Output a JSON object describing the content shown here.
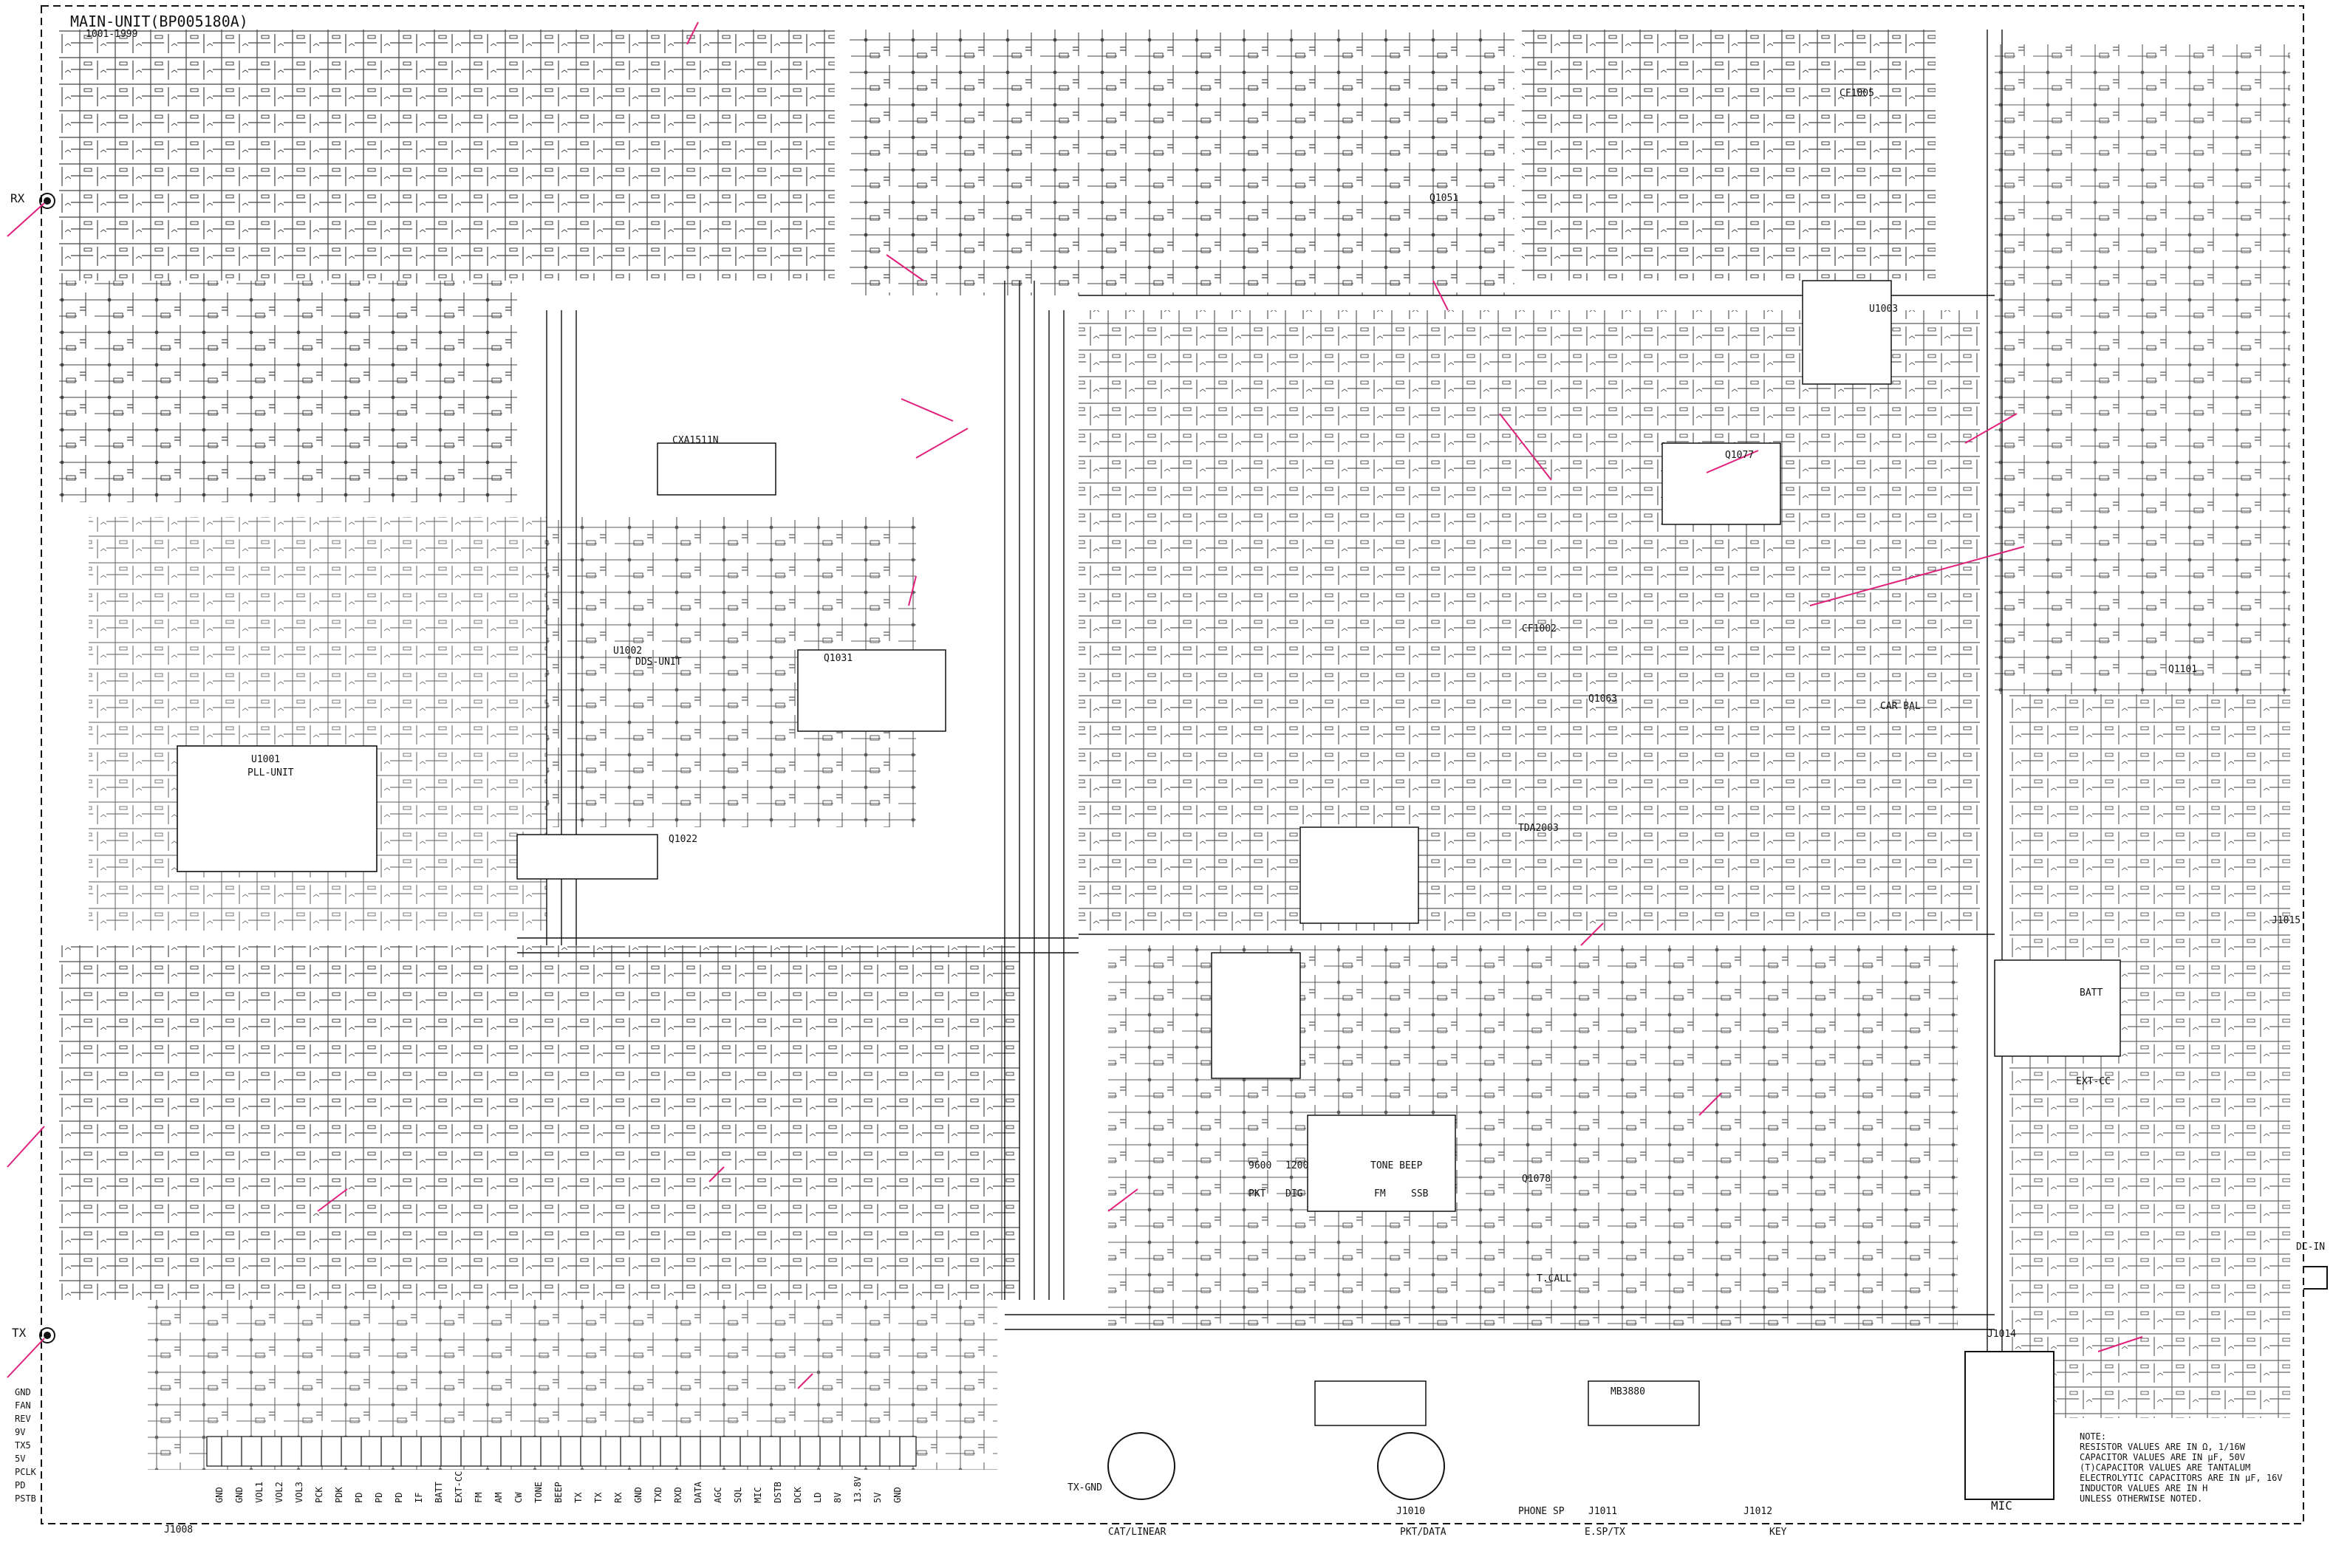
{
  "diagram": {
    "title": "MAIN-UNIT(BP005180A)",
    "subtitle": "1001-1999",
    "ports": {
      "rx": "RX",
      "tx": "TX",
      "dc_in": "DC-IN",
      "batt": "BATT",
      "ext_cc": "EXT-CC",
      "car_bal": "CAR BAL",
      "pll_unit": "PLL-UNIT",
      "dds_unit": "DDS-UNIT",
      "mic": "MIC",
      "cat_linear": "CAT/LINEAR",
      "pkt_data": "PKT/DATA",
      "ext_sp_tx": "E.SP/TX",
      "phone_sp": "PHONE  SP",
      "key": "KEY",
      "tx_gnd": "TX-GND"
    },
    "parts": {
      "u1001": "U1001",
      "u1002": "U1002",
      "u1003": "U1003",
      "q1051": "Q1051",
      "q1063": "Q1063",
      "q1077": "Q1077",
      "q1101": "Q1101",
      "q1022": "Q1022",
      "q1031": "Q1031",
      "q1078": "Q1078",
      "ic_cxa": "CXA1511N",
      "ic_tda": "TDA2003",
      "ic_mb": "MB3880",
      "cf1002": "CF1002",
      "cf1005": "CF1005",
      "j1015": "J1015",
      "j1014": "J1014",
      "j1010": "J1010",
      "j1011": "J1011",
      "j1012": "J1012",
      "j1008": "J1008"
    },
    "pins_left": [
      "GND",
      "FAN",
      "REV",
      "9V",
      "TX5",
      "5V",
      "PCLK",
      "PD",
      "PSTB"
    ],
    "pins_bottom": [
      "GND",
      "GND",
      "VOL1",
      "VOL2",
      "VOL3",
      "PCK",
      "PDK",
      "PD",
      "PD",
      "PD",
      "IF",
      "BATT",
      "EXT-CC",
      "FM",
      "AM",
      "CW",
      "TONE",
      "BEEP",
      "TX",
      "TX",
      "RX",
      "GND",
      "TXD",
      "RXD",
      "DATA",
      "AGC",
      "SQL",
      "MIC",
      "DSTB",
      "DCK",
      "LD",
      "8V",
      "13.8V",
      "5V",
      "GND"
    ],
    "tone_labels": {
      "hz_9600": "9600",
      "hz_1200": "1200",
      "pkt": "PKT",
      "dig": "DIG",
      "fm": "FM",
      "ssb": "SSB",
      "tone_beep": "TONE  BEEP",
      "tcall": "T.CALL"
    },
    "note": [
      "NOTE:",
      "RESISTOR VALUES ARE IN Ω, 1/16W",
      "CAPACITOR VALUES ARE IN μF, 50V",
      "(T)CAPACITOR VALUES ARE TANTALUM",
      "ELECTROLYTIC CAPACITORS ARE IN μF, 16V",
      "INDUCTOR VALUES ARE IN H",
      "UNLESS OTHERWISE NOTED."
    ],
    "colors": {
      "ink": "#111111",
      "accent": "#e0207a",
      "paper": "#ffffff"
    }
  }
}
